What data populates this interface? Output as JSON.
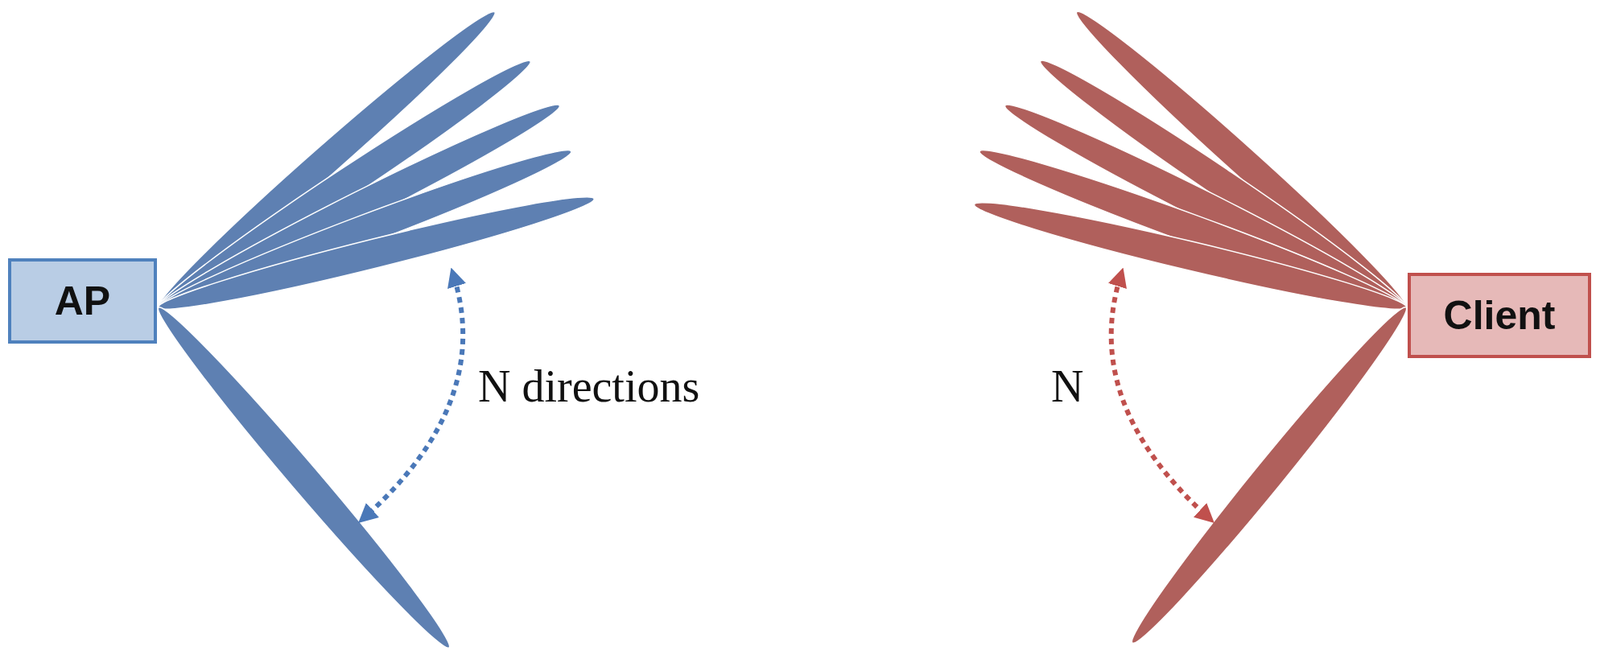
{
  "diagram": {
    "nodes": [
      {
        "text": [
          "AP"
        ]
      },
      {
        "text": [
          "Client"
        ]
      }
    ],
    "labels": [
      "N directions",
      "N"
    ]
  }
}
